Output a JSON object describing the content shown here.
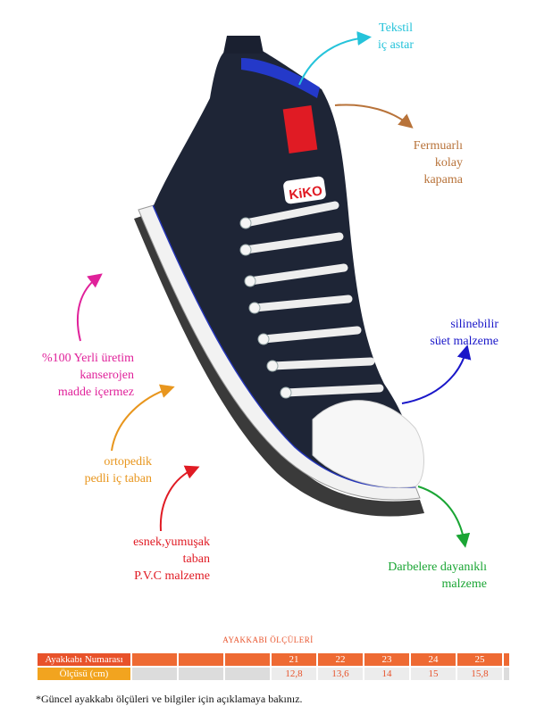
{
  "colors": {
    "cyan": "#25c3da",
    "brown": "#b8733a",
    "magenta": "#e0219a",
    "blue": "#1a17c9",
    "orange": "#e8961e",
    "red": "#e01b24",
    "green": "#1aa534",
    "size_header_orange": "#e8522a",
    "size_header_yellow": "#f2a41f",
    "shoe_navy": "#1e2536"
  },
  "callouts": {
    "textile": {
      "line1": "Tekstil",
      "line2": "iç astar"
    },
    "zipper": {
      "line1": "Fermuarlı",
      "line2": "kolay",
      "line3": "kapama"
    },
    "local": {
      "line1": "%100 Yerli üretim",
      "line2": "kanserojen",
      "line3": "madde içermez"
    },
    "suede": {
      "line1": "silinebilir",
      "line2": "süet malzeme"
    },
    "insole": {
      "line1": "ortopedik",
      "line2": "pedli iç taban"
    },
    "sole": {
      "line1": "esnek,yumuşak",
      "line2": "taban",
      "line3": "P.V.C  malzeme"
    },
    "durable": {
      "line1": "Darbelere dayanıklı",
      "line2": "malzeme"
    }
  },
  "shoe": {
    "logo_text": "KiKO"
  },
  "size_chart": {
    "title": "AYAKKABI ÖLÇÜLERİ",
    "row1_label": "Ayakkabı Numarası",
    "row2_label": "Ölçüsü (cm)",
    "sizes": [
      "",
      "",
      "",
      "21",
      "22",
      "23",
      "24",
      "25",
      ""
    ],
    "lengths": [
      "",
      "",
      "",
      "12,8",
      "13,6",
      "14",
      "15",
      "15,8",
      ""
    ]
  },
  "footnote": "*Güncel ayakkabı ölçüleri ve bilgiler için açıklamaya bakınız."
}
